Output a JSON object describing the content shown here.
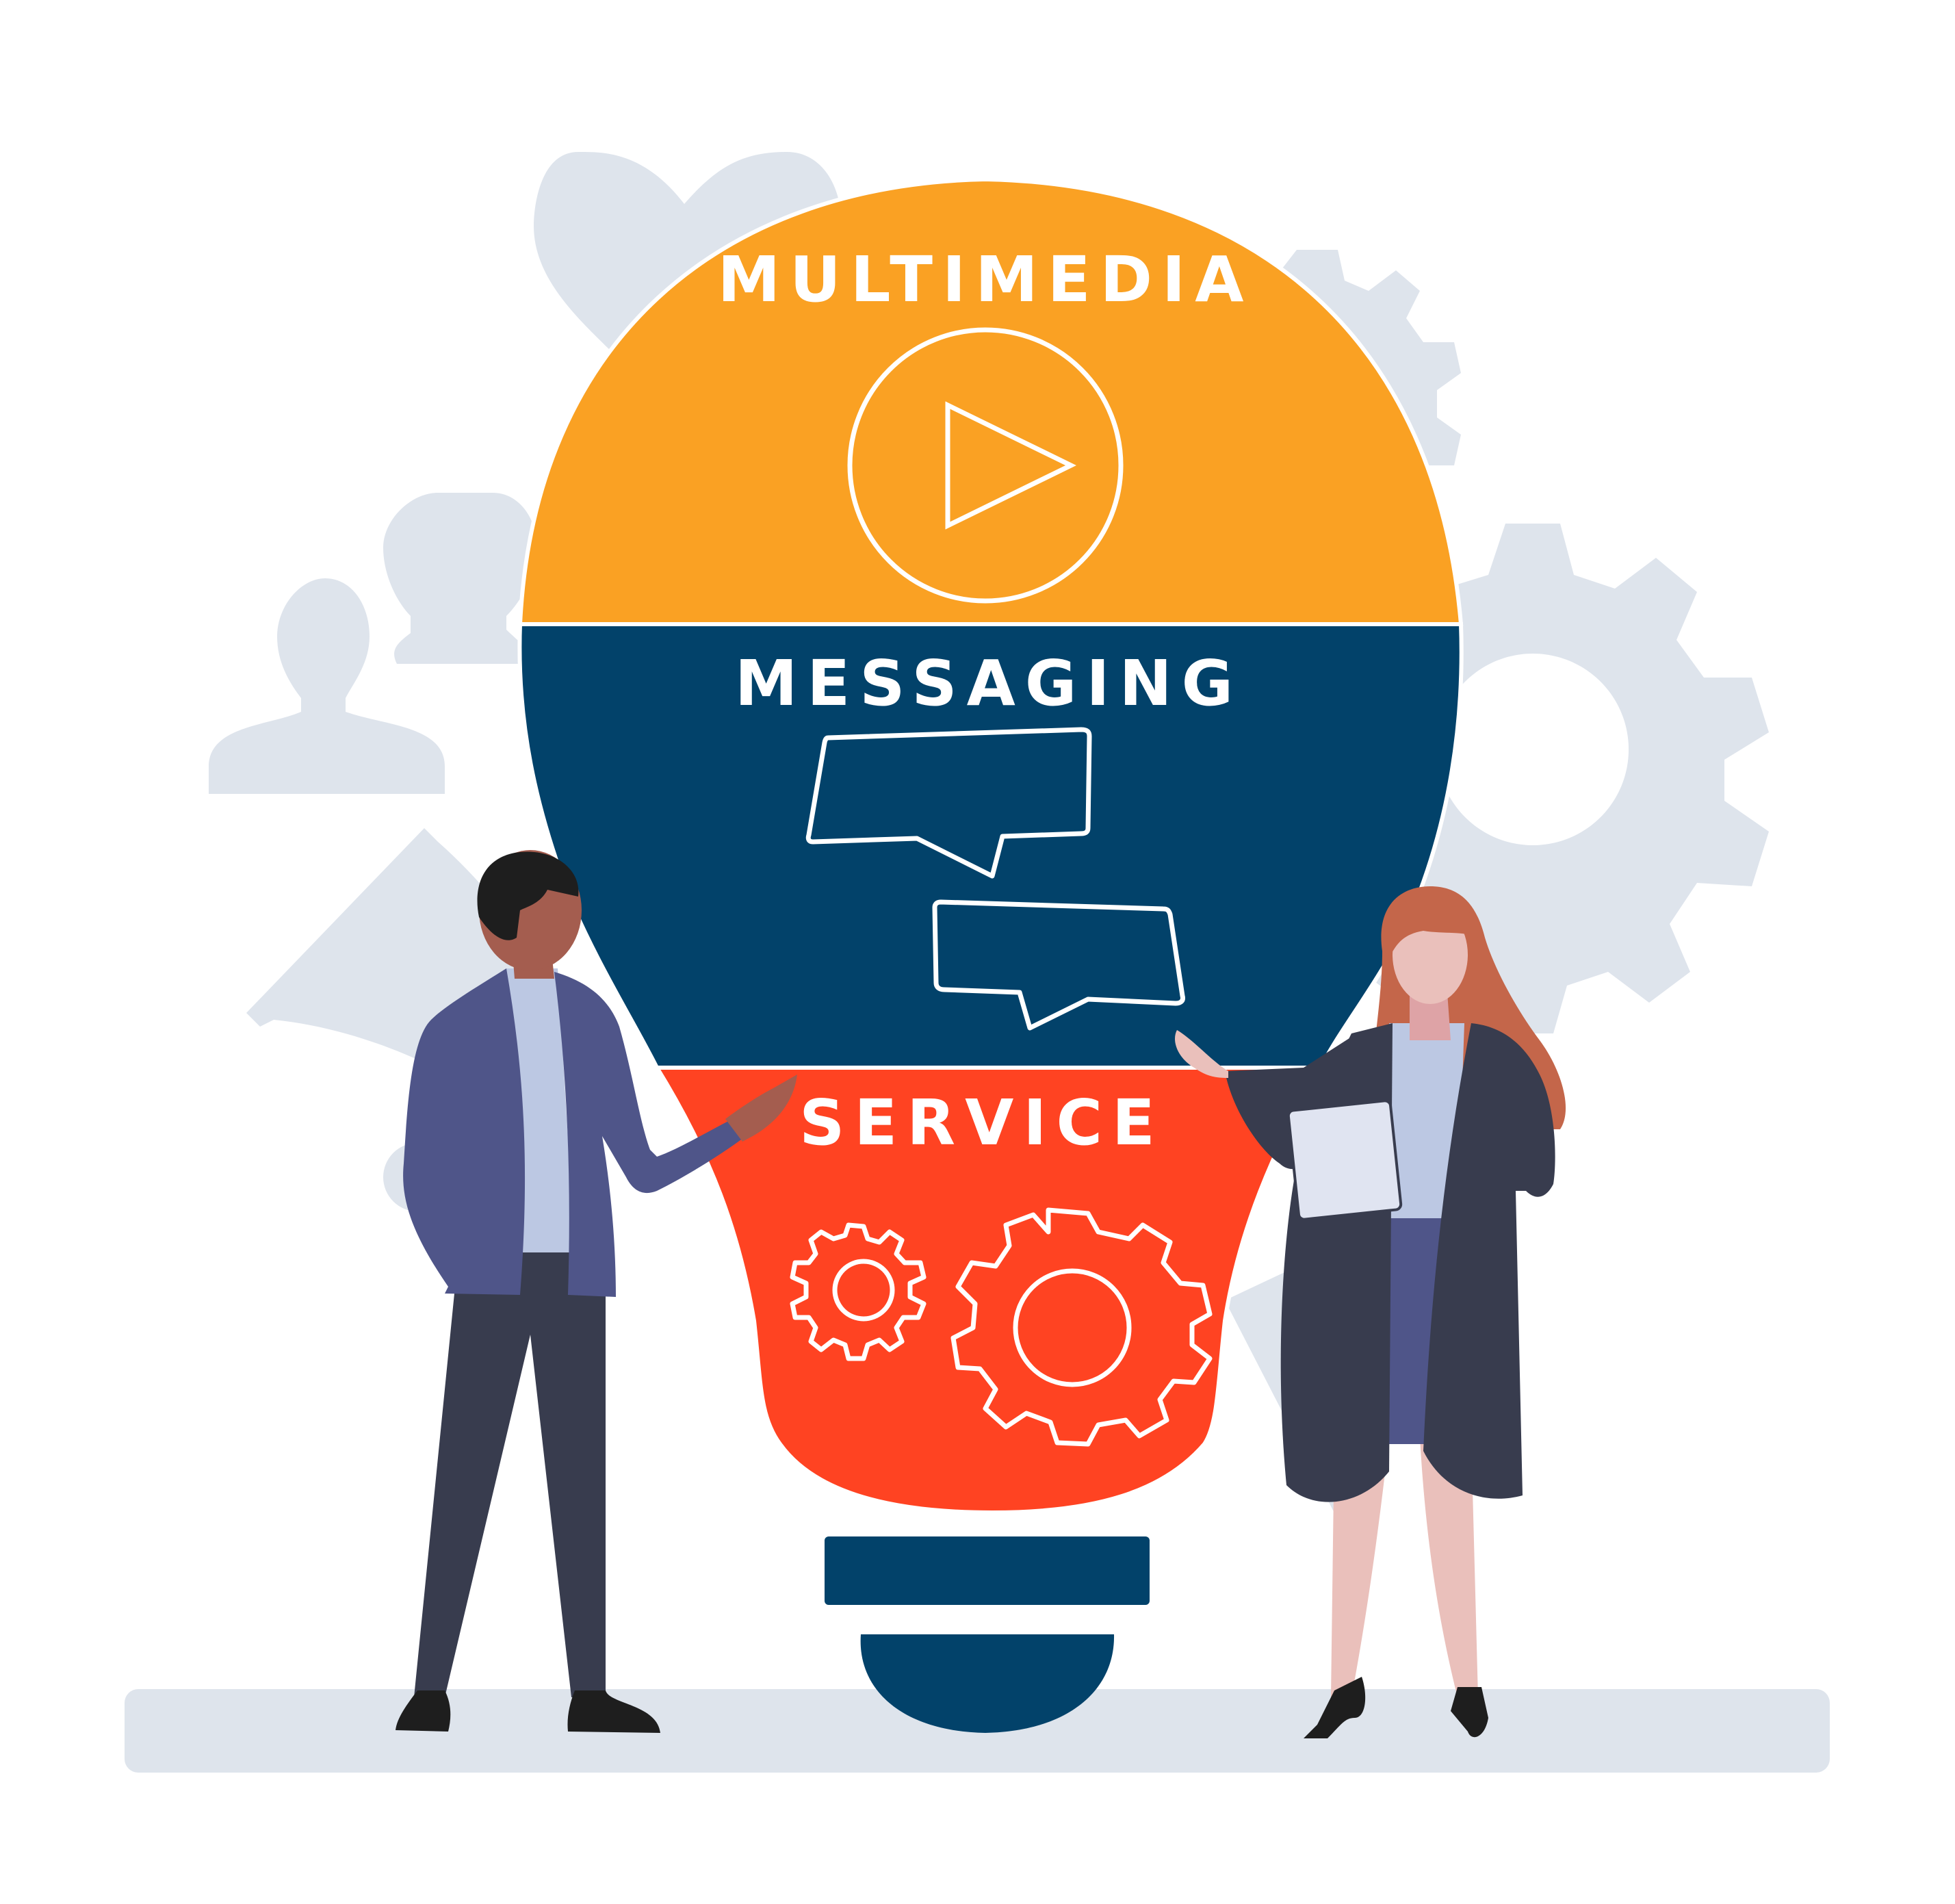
{
  "sections": {
    "top": {
      "label": "MULTIMEDIA",
      "color": "#FAA123",
      "icon": "play-icon"
    },
    "middle": {
      "label": "MESSAGING",
      "color": "#02426A",
      "icon": "speech-bubbles-icon"
    },
    "bottom": {
      "label": "SERVICE",
      "color": "#FF4322",
      "icon": "gears-icon"
    }
  },
  "colors": {
    "background_shapes": "#DEE4EC",
    "bulb_base": "#02426A",
    "man_jacket": "#4F5589",
    "man_trousers": "#383C4E",
    "woman_coat": "#383C4E",
    "woman_hair": "#C4664A"
  }
}
